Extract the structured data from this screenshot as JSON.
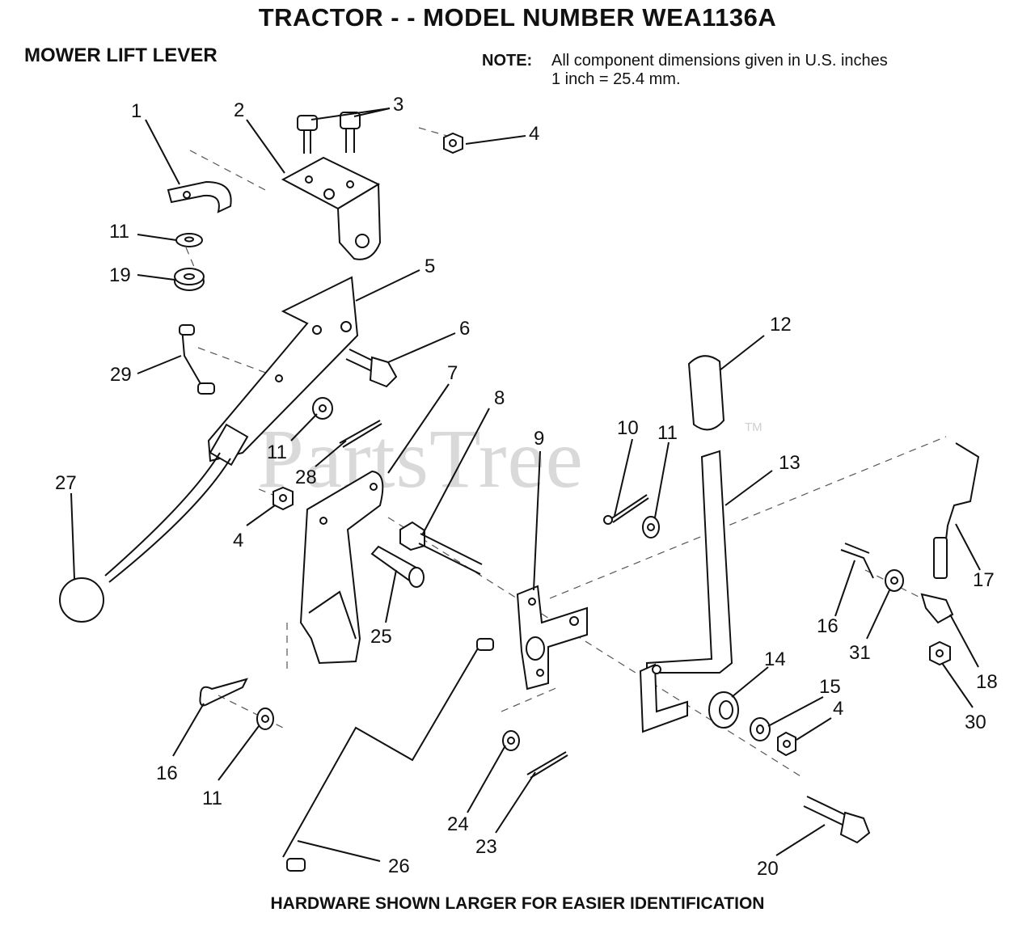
{
  "header": {
    "title": "TRACTOR - - MODEL NUMBER WEA1136A",
    "subtitle": "MOWER LIFT LEVER"
  },
  "note": {
    "label": "NOTE:",
    "line1": "All component dimensions given in U.S. inches",
    "line2": "1 inch = 25.4 mm."
  },
  "watermark": {
    "text": "PartsTree",
    "mark": "TM"
  },
  "footer": {
    "text": "HARDWARE SHOWN LARGER FOR EASIER IDENTIFICATION"
  },
  "callouts": [
    "1",
    "2",
    "3",
    "4",
    "11",
    "19",
    "5",
    "6",
    "29",
    "7",
    "8",
    "12",
    "10",
    "11",
    "9",
    "13",
    "11",
    "28",
    "27",
    "4",
    "25",
    "17",
    "16",
    "31",
    "14",
    "15",
    "4",
    "18",
    "30",
    "16",
    "11",
    "24",
    "23",
    "26",
    "20"
  ]
}
